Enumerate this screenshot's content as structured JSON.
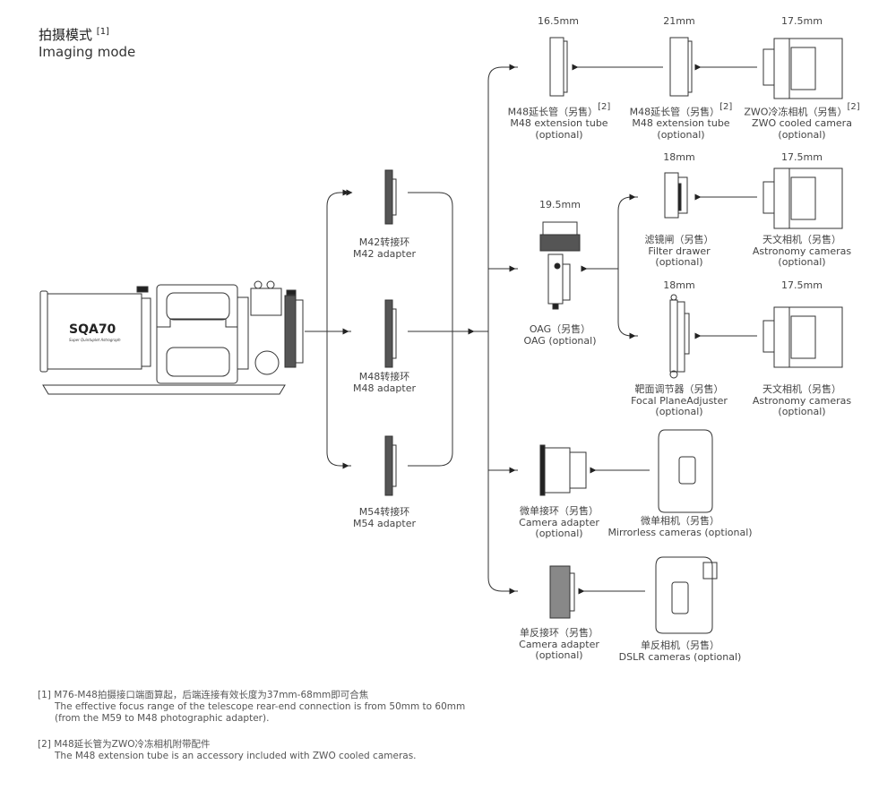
{
  "header": {
    "title": "拍摄模式",
    "title_ref": "[1]",
    "subtitle": "Imaging mode"
  },
  "telescope": {
    "brand": "SQA70",
    "tagline": "Super Quintuplet Astrograph"
  },
  "adapters": [
    {
      "cn": "M42转接环",
      "en": "M42 adapter"
    },
    {
      "cn": "M48转接环",
      "en": "M48 adapter"
    },
    {
      "cn": "M54转接环",
      "en": "M54 adapter"
    }
  ],
  "row1": [
    {
      "dim": "16.5mm",
      "cn": "M48延长管（另售）",
      "ref": "[2]",
      "en": "M48 extension tube",
      "opt": "(optional)"
    },
    {
      "dim": "21mm",
      "cn": "M48延长管（另售）",
      "ref": "[2]",
      "en": "M48 extension tube",
      "opt": "(optional)"
    },
    {
      "dim": "17.5mm",
      "cn": "ZWO冷冻相机（另售）",
      "ref": "[2]",
      "en": "ZWO cooled camera",
      "opt": "(optional)"
    }
  ],
  "oag": {
    "dim": "19.5mm",
    "cn": "OAG（另售）",
    "en": "OAG (optional)"
  },
  "filter_drawer": {
    "dim": "18mm",
    "cn": "滤镜闸（另售）",
    "en": "Filter drawer",
    "opt": "(optional)"
  },
  "astro_cam1": {
    "dim": "17.5mm",
    "cn": "天文相机（另售）",
    "en": "Astronomy cameras",
    "opt": "(optional)"
  },
  "fpa": {
    "dim": "18mm",
    "cn": "靶面调节器（另售）",
    "en": "Focal PlaneAdjuster",
    "opt": "(optional)"
  },
  "astro_cam2": {
    "dim": "17.5mm",
    "cn": "天文相机（另售）",
    "en": "Astronomy cameras",
    "opt": "(optional)"
  },
  "mirrorless_adapter": {
    "cn": "微单接环（另售）",
    "en": "Camera adapter",
    "opt": "(optional)"
  },
  "mirrorless_cam": {
    "cn": "微单相机（另售）",
    "en": "Mirrorless cameras (optional)"
  },
  "dslr_adapter": {
    "cn": "单反接环（另售）",
    "en": "Camera adapter",
    "opt": "(optional)"
  },
  "dslr_cam": {
    "cn": "单反相机（另售）",
    "en": "DSLR cameras  (optional)"
  },
  "notes": [
    {
      "ref": "[1]",
      "cn": "M76-M48拍摄接口端面算起，后端连接有效长度为37mm-68mm即可合焦",
      "en1": "The effective focus range of the telescope rear-end connection is from 50mm to 60mm",
      "en2": "(from the M59 to M48 photographic adapter)."
    },
    {
      "ref": "[2]",
      "cn": "M48延长管为ZWO冷冻相机附带配件",
      "en1": "The M48 extension tube is an accessory included with ZWO cooled cameras."
    }
  ]
}
